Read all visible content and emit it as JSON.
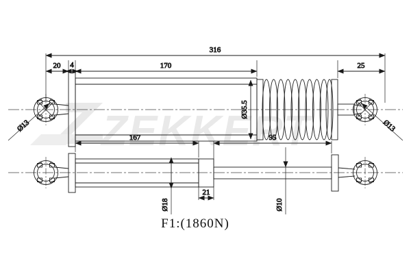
{
  "drawing": {
    "title": "gas-spring-technical-drawing",
    "force_label": "F1:(1860N)",
    "watermark": "ZEKKERT",
    "colors": {
      "line": "#1a1a1a",
      "background": "#ffffff",
      "watermark": "#e9e9e9",
      "centerline": "#555555"
    }
  },
  "dimensions": {
    "overall_length": "316",
    "eye_offset_left": "20",
    "flange_thickness": "4",
    "cylinder_length": "170",
    "rod_end_length": "25",
    "cylinder_diameter": "Ø35.5",
    "eye_diameter_left": "Ø13",
    "eye_diameter_right": "Ø13",
    "lower_left_length": "167",
    "lower_right_length": "95",
    "piston_length": "21",
    "body_diameter": "Ø18",
    "rod_diameter": "Ø10"
  },
  "views": {
    "upper": {
      "name": "compressed-view-with-bellows",
      "bellows_coils": 10
    },
    "lower": {
      "name": "extended-view"
    }
  }
}
